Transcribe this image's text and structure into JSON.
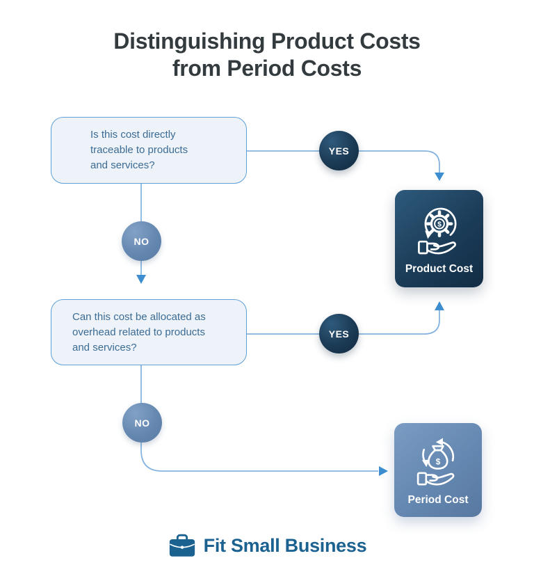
{
  "title": {
    "line1": "Distinguishing Product Costs",
    "line2": "from Period Costs"
  },
  "flow": {
    "question1": "Is this cost directly traceable to products and services?",
    "yes1": "YES",
    "no1": "NO",
    "question2": "Can this cost be allocated as overhead related to products and services?",
    "yes2": "YES",
    "no2": "NO",
    "results": {
      "product": {
        "label": "Product Cost",
        "icon": "hand-holding-gear-dollar-icon"
      },
      "period": {
        "label": "Period Cost",
        "icon": "hand-holding-money-bag-refresh-icon"
      }
    }
  },
  "footer": {
    "brand": "Fit Small Business",
    "icon": "briefcase-icon"
  },
  "colors": {
    "title_text": "#343b3f",
    "question_box_bg": "#edf3f9",
    "question_box_border": "#5f9fd6",
    "question_text": "#3c6b94",
    "connector_line": "#85b4e0",
    "arrowhead": "#3d8ed0",
    "yes_circle": "#1b3a54",
    "no_circle": "#6588b0",
    "product_box": "#1b3c58",
    "period_box": "#6488b1",
    "brand_blue": "#1c6290"
  }
}
